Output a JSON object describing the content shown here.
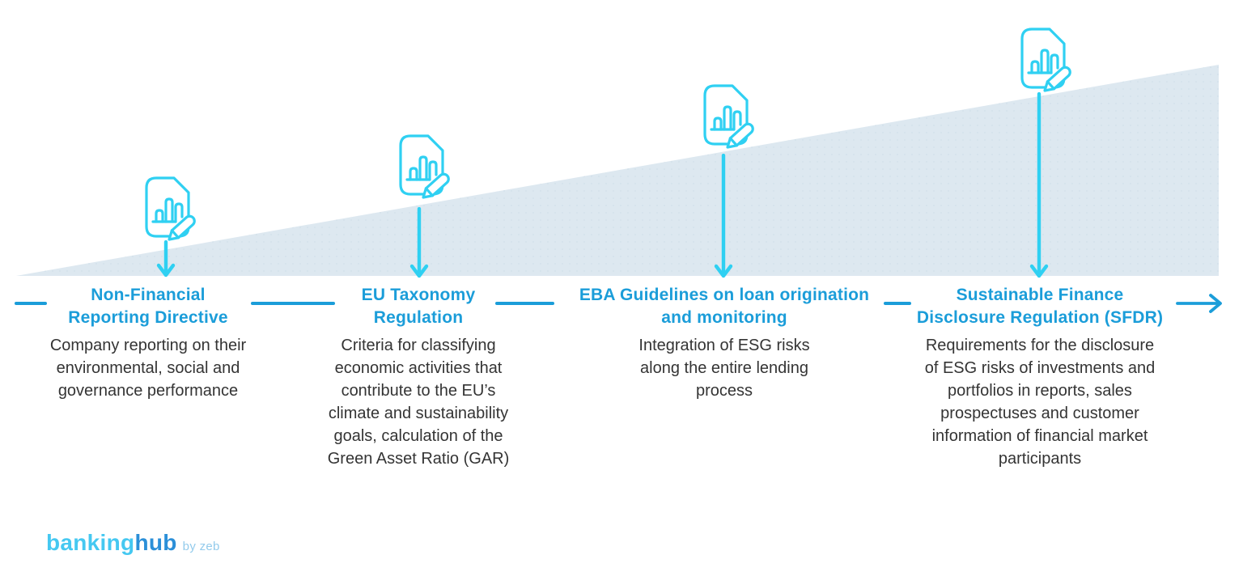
{
  "diagram": {
    "type": "timeline-infographic",
    "topic": "EU sustainable finance regulation timeline",
    "milestones": [
      {
        "title": "Non-Financial Reporting Directive",
        "description": "Company reporting on their environmental, social and governance performance"
      },
      {
        "title": "EU Taxonomy Regulation",
        "description": "Criteria for classifying economic activities that contribute to the EU’s climate and sustainability goals, calculation of the Green Asset Ratio (GAR)"
      },
      {
        "title": "EBA Guidelines on loan origination and monitoring",
        "description": "Integration of ESG risks along the entire lending process"
      },
      {
        "title": "Sustainable Finance Disclosure Regulation (SFDR)",
        "description": "Requirements for the disclosure of ESG risks of investments and portfolios in reports, sales prospectuses and customer information of financial market participants"
      }
    ],
    "icons": [
      "document-chart-pencil-icon",
      "down-arrow-icon",
      "right-arrow-icon"
    ],
    "colors": {
      "heading_blue": "#1b9dd9",
      "icon_cyan": "#2fd0f2",
      "wedge_fill": "#dde8f0",
      "body_text": "#343434",
      "logo_light_cyan": "#45c8f1",
      "logo_dark_blue": "#2b8fd8",
      "logo_byline": "#93cbec"
    }
  },
  "logo": {
    "part1": "banking",
    "part2": "hub",
    "byline": "by zeb"
  }
}
